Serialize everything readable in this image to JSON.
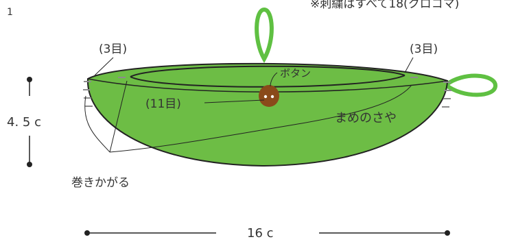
{
  "page_number": "1",
  "note": "※刺繍はすべて18(クロコマ)",
  "labels": {
    "left_stitch": "(3目)",
    "right_stitch": "(3目)",
    "button": "ボタン",
    "center_stitch": "(11目)",
    "body": "まめのさや",
    "whip": "巻きかがる"
  },
  "dimensions": {
    "height": "4. 5 c",
    "width": "16 c"
  },
  "colors": {
    "pod_fill": "#6dbd45",
    "outline": "#222222",
    "loop": "#5fc042",
    "button": "#8a4a1a",
    "stitch": "#8c8c8c"
  }
}
